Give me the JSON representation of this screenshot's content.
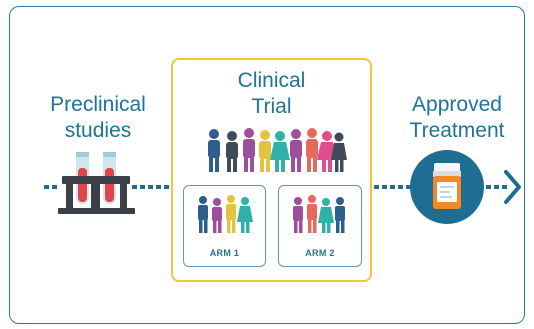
{
  "stages": {
    "preclinical": {
      "label_line1": "Preclinical",
      "label_line2": "studies"
    },
    "trial": {
      "label_line1": "Clinical",
      "label_line2": "Trial"
    },
    "approved": {
      "label_line1": "Approved",
      "label_line2": "Treatment"
    }
  },
  "arms": [
    {
      "label": "ARM 1"
    },
    {
      "label": "ARM 2"
    }
  ],
  "colors": {
    "border": "#2b7a9e",
    "trial_border": "#f3c53a",
    "text": "#1f7399",
    "dots": "#1f6d93",
    "people": [
      "#2d5e8e",
      "#9b4f9c",
      "#e4c341",
      "#2fb1aa",
      "#e7685c",
      "#e04d8d",
      "#3f4a5a"
    ]
  },
  "icons": {
    "tube_rack": "test-tube-rack-icon",
    "crowd": "people-group-icon",
    "pill_bottle": "pill-bottle-icon",
    "arrow": "chevron-right-icon"
  }
}
